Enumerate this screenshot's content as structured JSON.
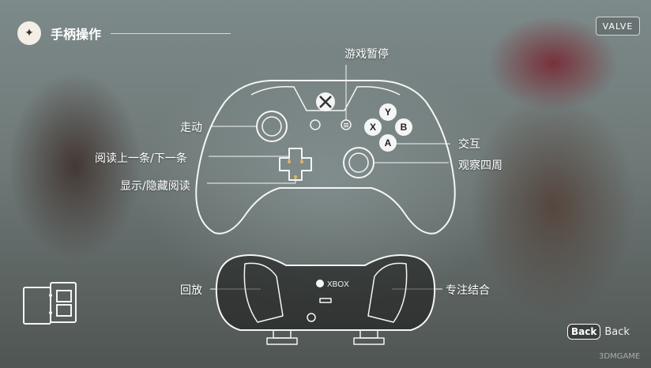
{
  "header": {
    "title": "手柄操作",
    "badge": "VALVE"
  },
  "controller_front": {
    "logo": "xbox-logo-icon",
    "buttons": {
      "y": "Y",
      "x": "X",
      "b": "B",
      "a": "A"
    },
    "labels": {
      "pause": "游戏暂停",
      "move": "走动",
      "page": "阅读上一条/下一条",
      "toggle_read": "显示/隐藏阅读",
      "interact": "交互",
      "look": "观察四周"
    }
  },
  "controller_back": {
    "brand": "XBOX",
    "labels": {
      "rewind": "回放",
      "focus": "专注结合"
    }
  },
  "footer": {
    "back_button": "Back",
    "back_label": "Back",
    "watermark": "3DMGAME"
  }
}
